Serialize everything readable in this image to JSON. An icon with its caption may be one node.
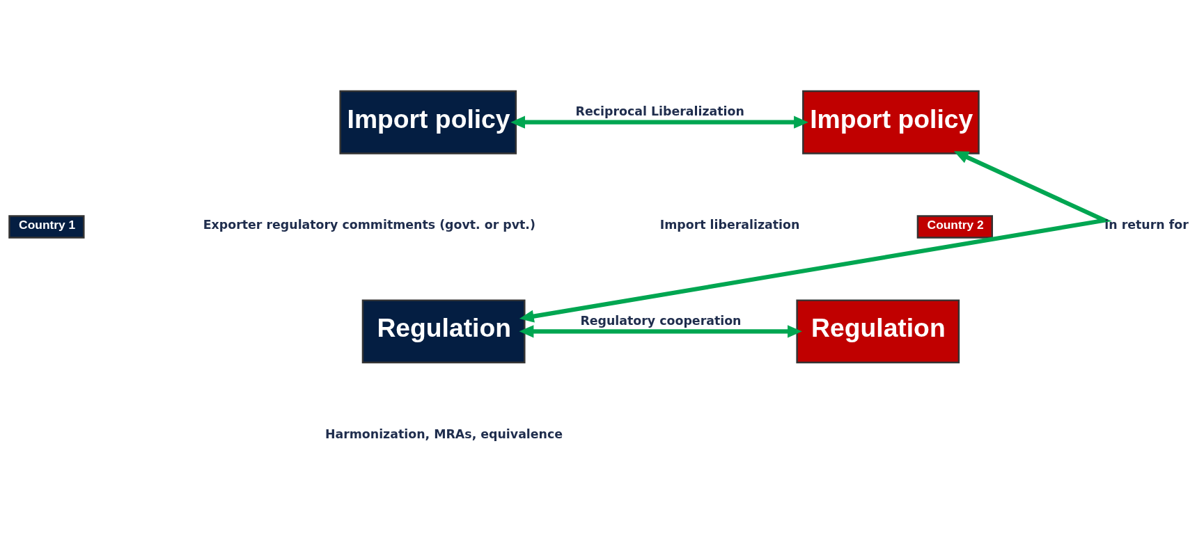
{
  "diagram": {
    "nodes": [
      {
        "text": [
          "Import policy"
        ]
      },
      {
        "text": [
          "Import policy"
        ]
      },
      {
        "text": [
          "Country 1"
        ]
      },
      {
        "text": [
          "Country 2"
        ]
      },
      {
        "text": [
          "Regulation"
        ]
      },
      {
        "text": [
          "Regulation"
        ]
      }
    ],
    "edges": [
      {
        "from": 0,
        "to": 1,
        "arrow": "both",
        "label": "Reciprocal Liberalization"
      },
      {
        "from": 4,
        "to": 1,
        "arrow": "both",
        "label": "in return for"
      },
      {
        "from": 4,
        "to": 5,
        "arrow": "both",
        "label": "Regulatory cooperation"
      }
    ],
    "labels": [
      "Exporter regulatory commitments (govt. or pvt.)",
      "Import liberalization",
      "Harmonization, MRAs, equivalence"
    ]
  }
}
